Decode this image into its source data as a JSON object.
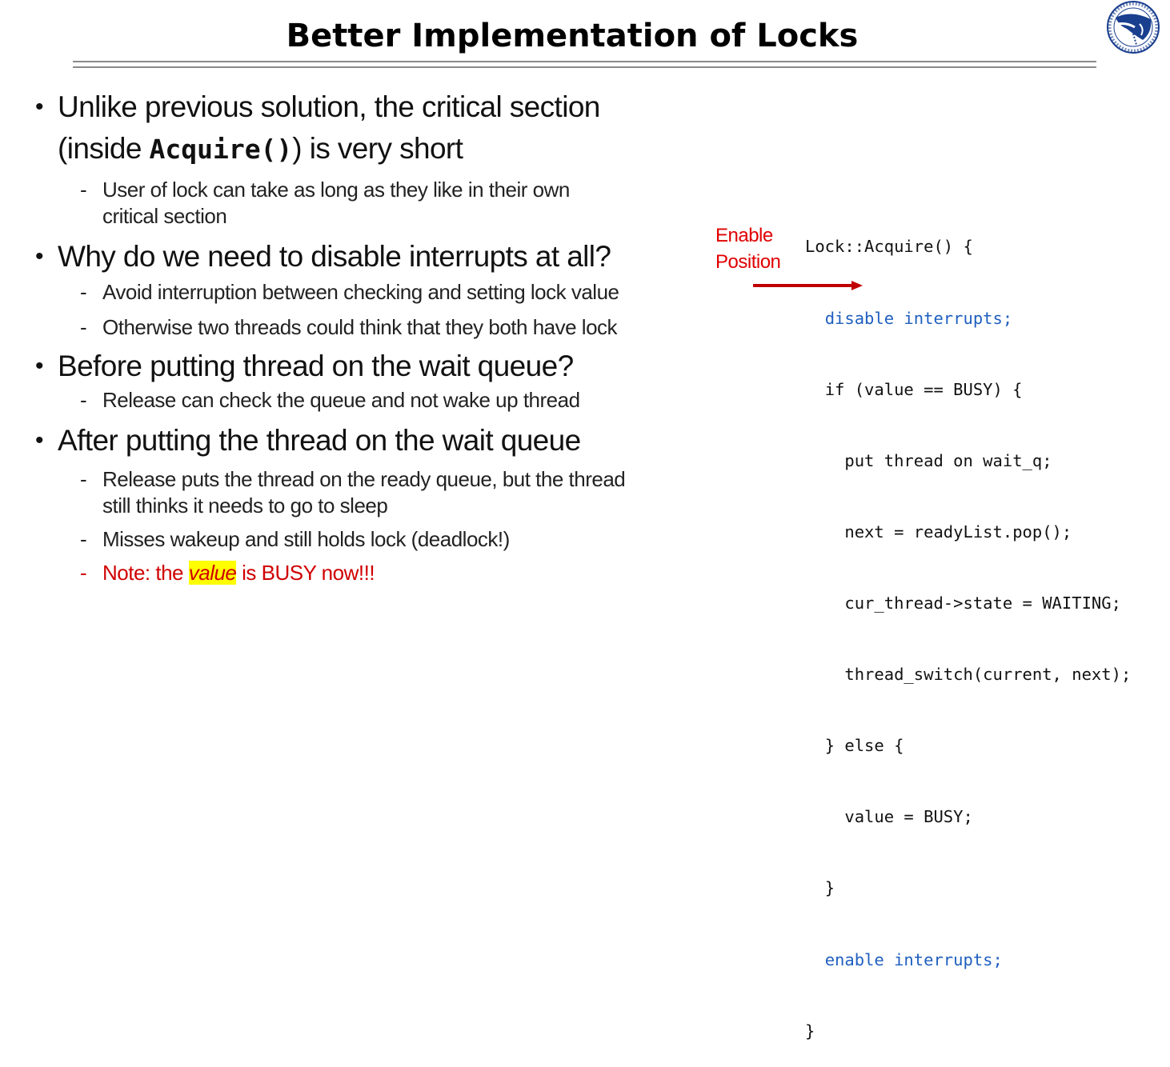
{
  "slide": {
    "title": "Better Implementation of Locks",
    "logo_icon": "university-seal-logo"
  },
  "bullets": [
    {
      "text_before": "Unlike previous solution, the critical section",
      "line2_prefix": "(inside ",
      "code": "Acquire()",
      "line2_suffix": ") is very short",
      "subs": [
        {
          "line1": "User of lock can take as long as they like in their own",
          "line2": "critical section"
        }
      ]
    },
    {
      "text": "Why do we need to disable interrupts at all?",
      "subs": [
        {
          "line1": "Avoid interruption between checking and setting lock value"
        },
        {
          "line1": "Otherwise two threads could think that they both have lock"
        }
      ]
    },
    {
      "text": "Before putting thread on the wait queue?",
      "subs": [
        {
          "line1": "Release can check the queue and not wake up thread"
        }
      ]
    },
    {
      "text": "After putting the thread on the wait queue",
      "subs": [
        {
          "line1": "Release puts the thread on the ready queue, but the thread",
          "line2": "still thinks it needs to go to sleep"
        },
        {
          "line1": "Misses wakeup and still holds lock (deadlock!)"
        },
        {
          "note_prefix": "Note: the ",
          "note_highlight": "value",
          "note_suffix": " is BUSY now!!!"
        }
      ]
    }
  ],
  "annotation": {
    "line1": "Enable",
    "line2": "Position",
    "arrow_color": "#c00000"
  },
  "code": {
    "lines": [
      {
        "indent": "",
        "text": "Lock::Acquire() {",
        "highlight": false
      },
      {
        "indent": "  ",
        "text": "disable interrupts;",
        "highlight": true
      },
      {
        "indent": "  ",
        "text": "if (value == BUSY) {",
        "highlight": false
      },
      {
        "indent": "    ",
        "text": "put thread on wait_q;",
        "highlight": false
      },
      {
        "indent": "    ",
        "text": "next = readyList.pop();",
        "highlight": false
      },
      {
        "indent": "    ",
        "text": "cur_thread->state = WAITING;",
        "highlight": false
      },
      {
        "indent": "    ",
        "text": "thread_switch(current, next);",
        "highlight": false
      },
      {
        "indent": "  ",
        "text": "} else {",
        "highlight": false
      },
      {
        "indent": "    ",
        "text": "value = BUSY;",
        "highlight": false
      },
      {
        "indent": "  ",
        "text": "}",
        "highlight": false
      },
      {
        "indent": "  ",
        "text": "enable interrupts;",
        "highlight": true
      },
      {
        "indent": "",
        "text": "}",
        "highlight": false
      }
    ]
  },
  "colors": {
    "keyword_blue": "#1f5fbf",
    "annotation_red": "#e00000",
    "note_red": "#d00000",
    "highlight_yellow": "#ffff00"
  }
}
